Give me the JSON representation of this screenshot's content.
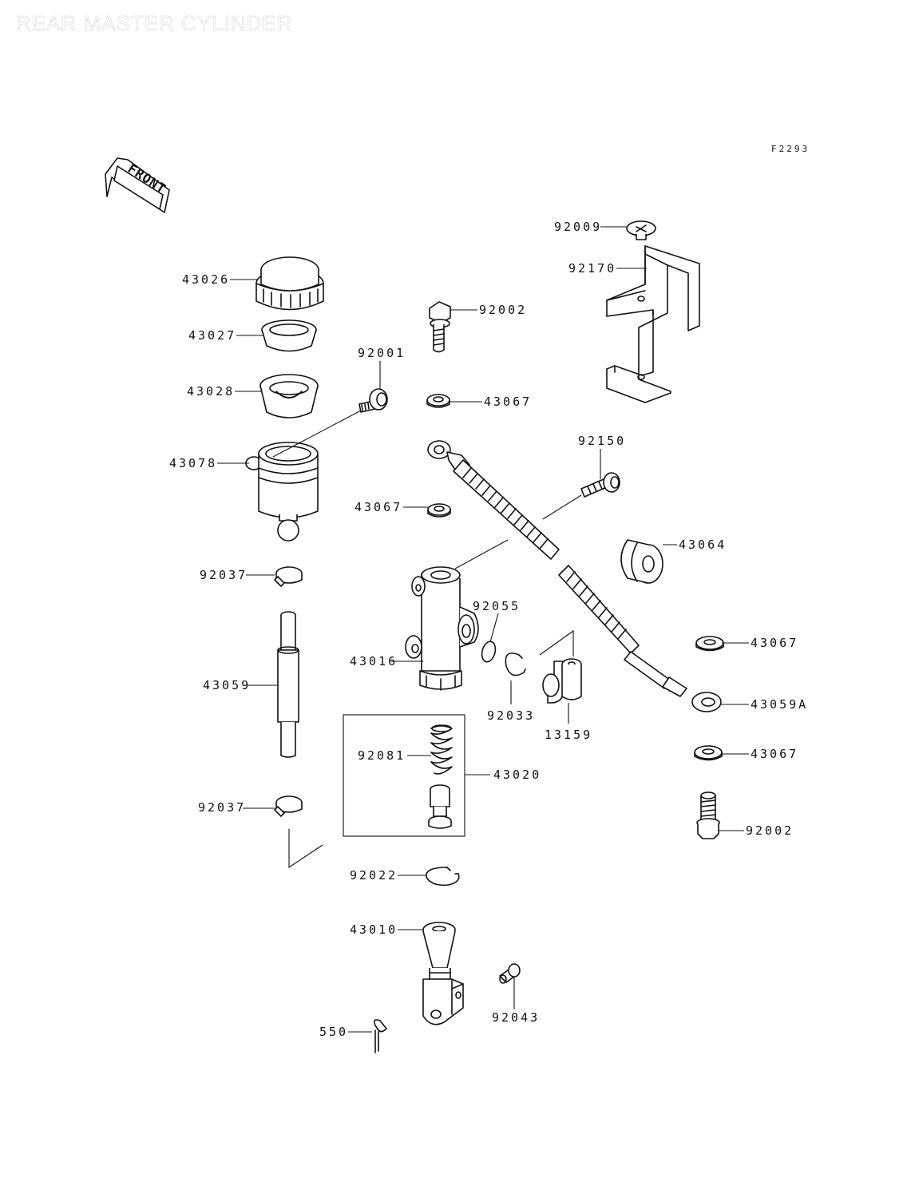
{
  "diagram": {
    "title": "REAR MASTER CYLINDER",
    "figure_code": "F2293",
    "front_label": "FRONT",
    "callouts": {
      "c43026": "43026",
      "c43027": "43027",
      "c43028": "43028",
      "c43078": "43078",
      "c92001": "92001",
      "c92002_top": "92002",
      "c43067_a": "43067",
      "c43067_b": "43067",
      "c43067_c": "43067",
      "c43067_d": "43067",
      "c92009": "92009",
      "c92170": "92170",
      "c92150": "92150",
      "c43064": "43064",
      "c92037_a": "92037",
      "c92037_b": "92037",
      "c43016": "43016",
      "c92055": "92055",
      "c92033": "92033",
      "c13159": "13159",
      "c43059": "43059",
      "c43059A": "43059A",
      "c92081": "92081",
      "c43020": "43020",
      "c92002_bot": "92002",
      "c92022": "92022",
      "c43010": "43010",
      "c92043": "92043",
      "c550": "550"
    }
  }
}
